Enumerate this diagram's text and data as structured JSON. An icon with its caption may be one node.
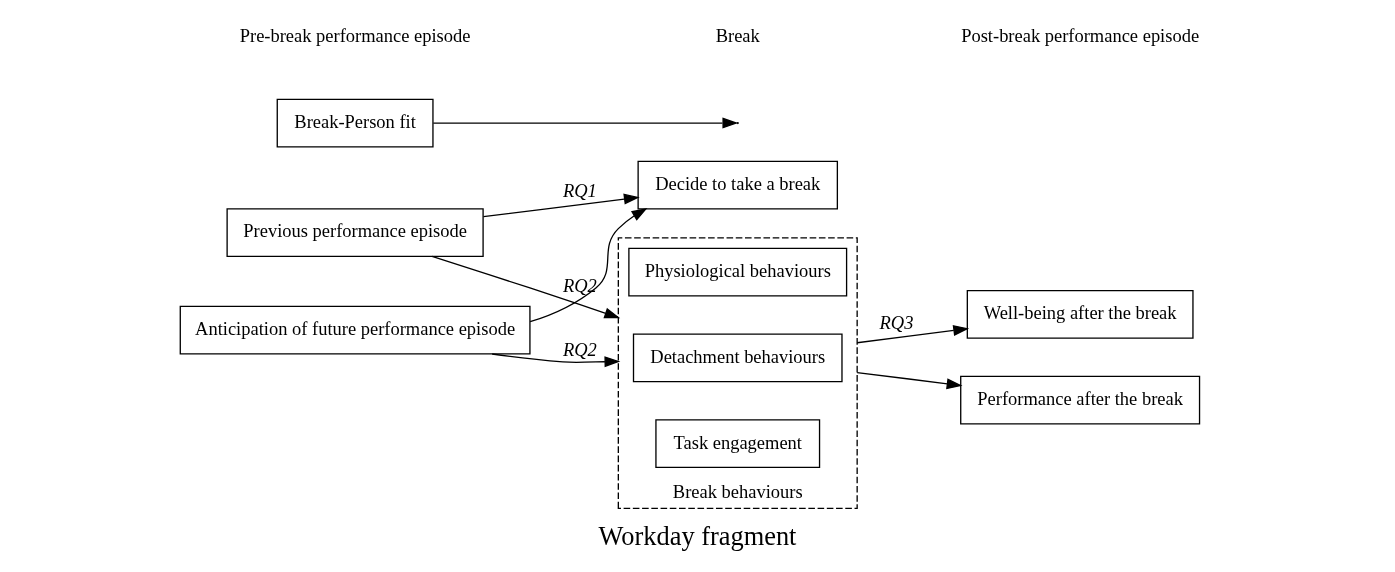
{
  "diagram": {
    "caption": "Workday fragment",
    "nodes": [
      {
        "text": [
          "Previous performance episode"
        ]
      },
      {
        "text": [
          "Anticipation of future performance episode"
        ]
      },
      {
        "text": [
          "Decide to take a break"
        ]
      },
      {
        "text": [
          "Break behaviours"
        ]
      },
      {
        "text": [
          "Physiological behaviours"
        ],
        "in": 3
      },
      {
        "text": [
          "Detachment behaviours"
        ],
        "in": 3
      },
      {
        "text": [
          "Task engagement"
        ],
        "in": 3
      },
      {
        "text": [
          "Break-Person fit"
        ]
      },
      {
        "text": [
          "Well-being after the break"
        ]
      },
      {
        "text": [
          "Performance after the break"
        ]
      }
    ],
    "edges": [
      {
        "from": 0,
        "to": 3,
        "arrow": "to",
        "label": "RQ2"
      },
      {
        "from": 0,
        "to": 2,
        "arrow": "to",
        "label": "RQ1"
      },
      {
        "from": 1,
        "to": 2,
        "arrow": "to"
      },
      {
        "from": 1,
        "to": 3,
        "arrow": "to",
        "label": "RQ2"
      },
      {
        "from": 3,
        "to": 8,
        "arrow": "to",
        "label": "RQ3"
      },
      {
        "from": 3,
        "to": 9,
        "arrow": "to"
      },
      {
        "from": 7,
        "to": null,
        "arrow": "to"
      }
    ],
    "labels": [
      "Pre-break performance episode",
      "Break",
      "Post-break performance episode"
    ]
  }
}
